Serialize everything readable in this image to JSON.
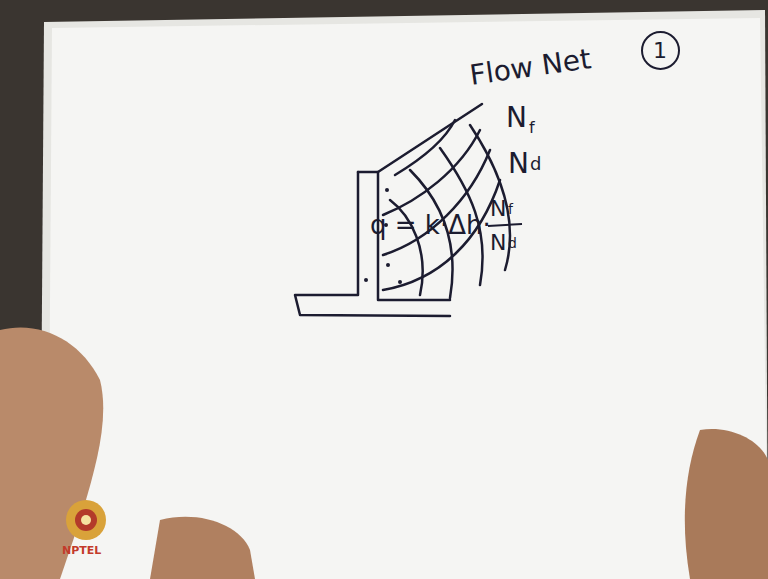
{
  "diagram": {
    "nodes": [
      {
        "text": [
          "1"
        ]
      }
    ],
    "labels": [
      "Flow Net",
      "N",
      "f",
      "N",
      "d",
      "q = k·Δh·",
      "N",
      "f",
      "N",
      "d",
      "NPTEL"
    ]
  }
}
